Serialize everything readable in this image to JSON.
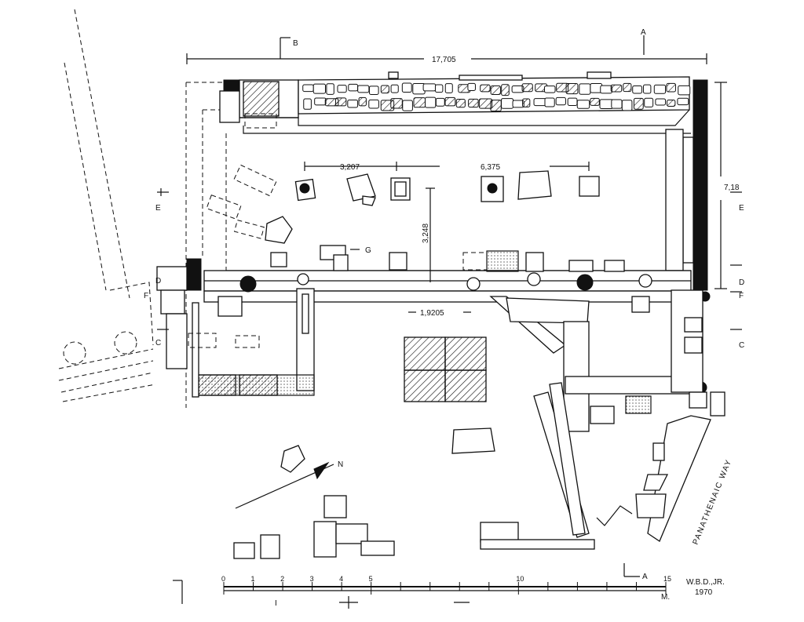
{
  "dimensions": {
    "overall_width": "17,705",
    "overall_depth": "7,18",
    "interval_left": "3,207",
    "interval_right": "6,375",
    "inner_depth": "3,248",
    "span_center": "1,9205"
  },
  "section_marks": {
    "a": "A",
    "b": "B",
    "c": "C",
    "d": "D",
    "e": "E",
    "f": "F",
    "g": "G"
  },
  "street_label": "PANATHENAIC WAY",
  "north_label": "N",
  "scale_bar": {
    "ticks": [
      "0",
      "1",
      "2",
      "3",
      "4",
      "5",
      "10",
      "15"
    ],
    "unit": "M."
  },
  "credit": {
    "author": "W.B.D.,JR.",
    "year": "1970"
  },
  "footer_mark": "I"
}
